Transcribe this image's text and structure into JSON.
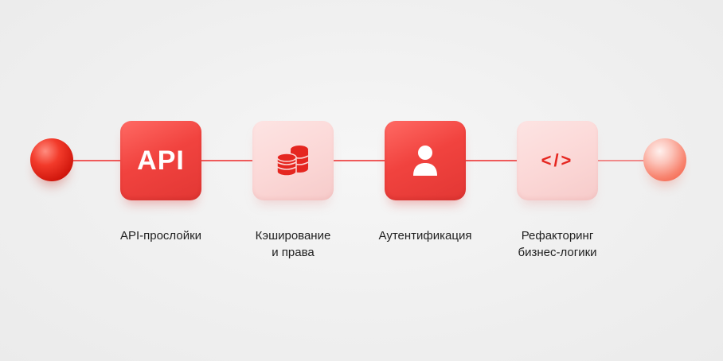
{
  "colors": {
    "accent_red": "#f1433f",
    "light_pink": "#fbd7d6",
    "connector": "#ef5a5a",
    "text": "#1f1f1f"
  },
  "steps": [
    {
      "style": "red",
      "icon": "api-text-icon",
      "icon_text": "API",
      "label_lines": [
        "API-прослойки"
      ]
    },
    {
      "style": "pink",
      "icon": "database-coins-icon",
      "label_lines": [
        "Кэширование",
        "и права"
      ]
    },
    {
      "style": "red",
      "icon": "user-icon",
      "label_lines": [
        "Аутентификация"
      ]
    },
    {
      "style": "pink",
      "icon": "code-icon",
      "icon_text": "</>",
      "label_lines": [
        "Рефакторинг",
        "бизнес-логики"
      ]
    }
  ]
}
